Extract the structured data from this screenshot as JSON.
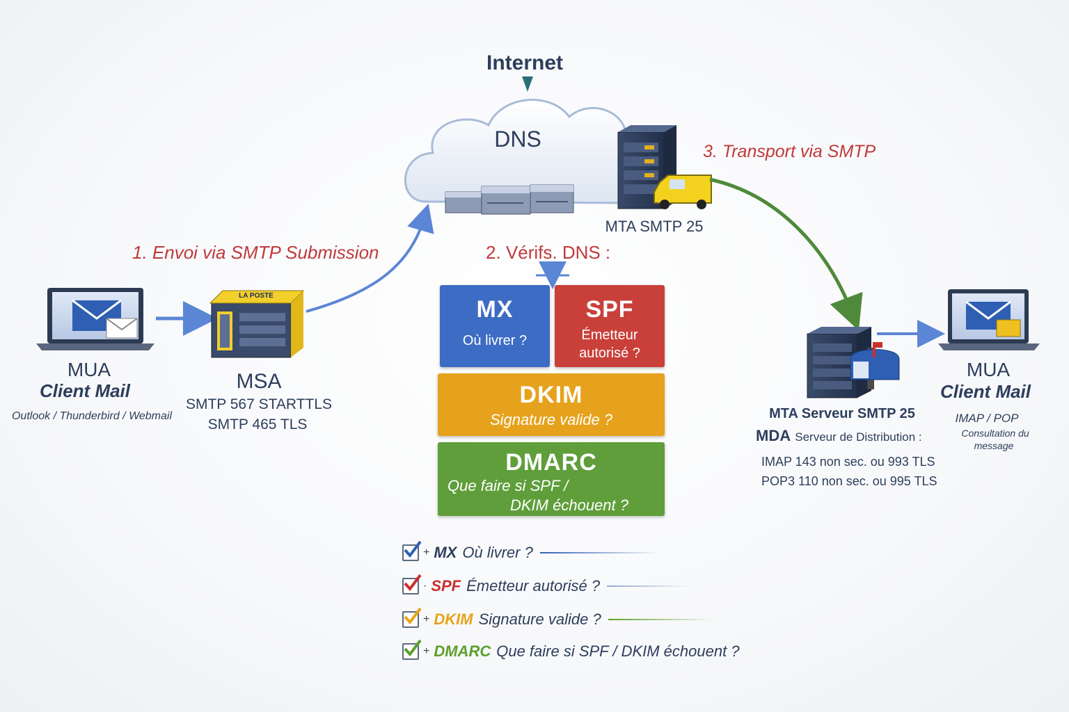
{
  "internet_label": "Internet",
  "dns_label": "DNS",
  "step1": "1. Envoi via SMTP Submission",
  "step2": "2. Vérifs. DNS :",
  "step3": "3. Transport via SMTP",
  "mta_top_label": "MTA SMTP 25",
  "msa": {
    "sign": "LA POSTE",
    "title": "MSA",
    "line1": "SMTP 567 STARTTLS",
    "line2": "SMTP 465 TLS"
  },
  "mua_left": {
    "title": "MUA",
    "subtitle": "Client Mail",
    "clients": "Outlook / Thunderbird / Webmail"
  },
  "mua_right": {
    "title": "MUA",
    "subtitle": "Client Mail",
    "protocols": "IMAP / POP",
    "desc1": "Consultation du",
    "desc2": "message"
  },
  "mta_right": {
    "line1": "MTA Serveur SMTP 25",
    "mda_key": "MDA",
    "mda_rest": "Serveur de Distribution :",
    "imap": "IMAP 143 non sec. ou 993 TLS",
    "pop": "POP3 110 non sec. ou 995 TLS"
  },
  "boxes": {
    "mx": {
      "title": "MX",
      "text": "Où livrer ?"
    },
    "spf": {
      "title": "SPF",
      "text1": "Émetteur",
      "text2": "autorisé ?"
    },
    "dkim": {
      "title": "DKIM",
      "text": "Signature valide ?"
    },
    "dmarc": {
      "title": "DMARC",
      "text1": "Que faire si SPF /",
      "text2": "DKIM  échouent ?"
    }
  },
  "checklist": [
    {
      "key": "MX",
      "text": "Où livrer ?",
      "color": "#2f5fb3"
    },
    {
      "key": "SPF",
      "text": "Émetteur autorisé ?",
      "color": "#c9302c"
    },
    {
      "key": "DKIM",
      "text": "Signature valide ?",
      "color": "#e8a317"
    },
    {
      "key": "DMARC",
      "text": "Que faire si SPF / DKIM échouent ?",
      "color": "#5aa02c"
    }
  ],
  "colors": {
    "mx": "#3d6cc4",
    "spf": "#c9403a",
    "dkim": "#e6a21c",
    "dmarc": "#5f9e3a",
    "arrow_blue": "#5b86d6",
    "arrow_green": "#4e8a3a",
    "accent_red": "#c0393b"
  }
}
